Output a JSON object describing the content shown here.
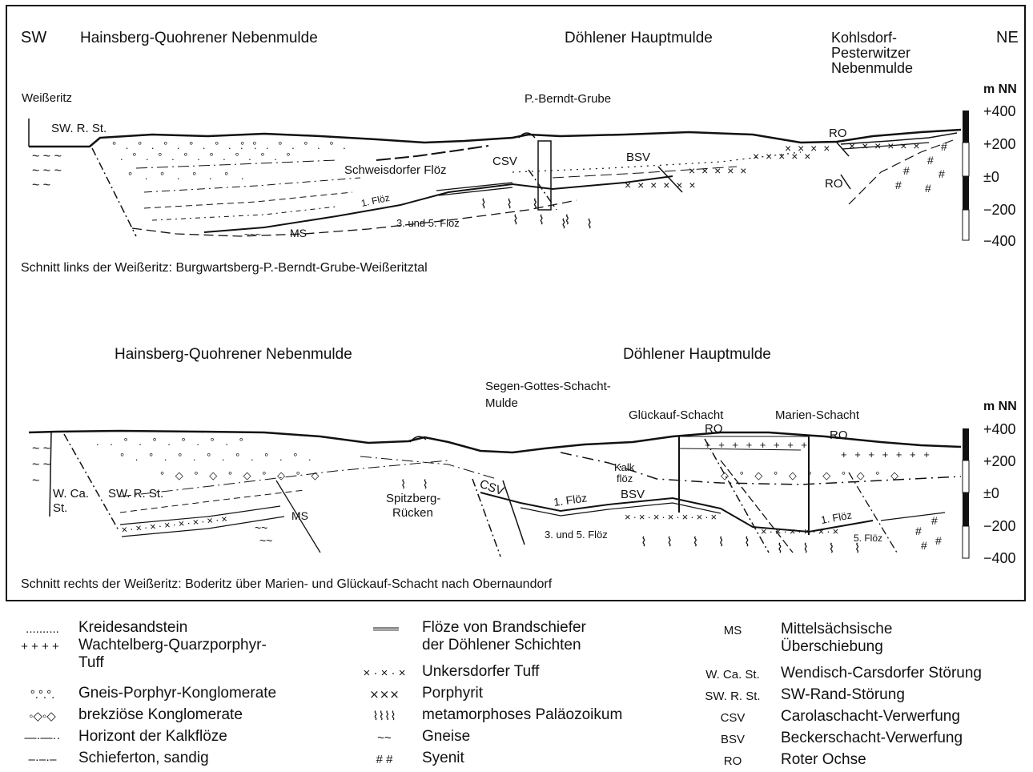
{
  "section1": {
    "dir_left": "SW",
    "dir_right": "NE",
    "basin_left": "Hainsberg-Quohrener Nebenmulde",
    "basin_mid": "Döhlener Hauptmulde",
    "basin_right_1": "Kohlsdorf-",
    "basin_right_2": "Pesterwitzer",
    "basin_right_3": "Nebenmulde",
    "river": "Weißeritz",
    "mine": "P.-Berndt-Grube",
    "fault_swrst": "SW. R. St.",
    "seam_schweis": "Schweisdorfer Flöz",
    "csv": "CSV",
    "bsv": "BSV",
    "seam1": "1. Flöz",
    "seam35": "3. und 5. Flöz",
    "ms": "MS",
    "ro_top": "RO",
    "ro_bottom": "RO",
    "caption": "Schnitt links der Weißeritz: Burgwartsberg-P.-Berndt-Grube-Weißeritztal"
  },
  "section2": {
    "basin_left": "Hainsberg-Quohrener Nebenmulde",
    "basin_mid": "Döhlener Hauptmulde",
    "segen_1": "Segen-Gottes-Schacht-",
    "segen_2": "Mulde",
    "glueckauf": "Glückauf-Schacht",
    "marien": "Marien-Schacht",
    "ro_1": "RO",
    "ro_2": "RO",
    "wca_1": "W. Ca.",
    "wca_2": "St.",
    "swrst": "SW. R. St.",
    "ms": "MS",
    "spitz_1": "Spitzberg-",
    "spitz_2": "Rücken",
    "csv": "CSV",
    "seam1a": "1. Flöz",
    "kalk_1": "Kalk",
    "kalk_2": "flöz",
    "bsv": "BSV",
    "seam35": "3. und 5. Flöz",
    "seam1b": "1. Flöz",
    "seam5": "5. Flöz",
    "caption": "Schnitt rechts der Weißeritz: Boderitz über Marien- und Glückauf-Schacht nach Obernaundorf"
  },
  "axis": {
    "unit": "m NN",
    "ticks": [
      "+400",
      "+200",
      "±0",
      "−200",
      "−400"
    ]
  },
  "legend": [
    {
      "symbol": "..........",
      "symbol_name": "dotted-line-symbol",
      "text": "Kreidesandstein"
    },
    {
      "symbol": "+ + + +",
      "symbol_name": "plus-symbol",
      "text": "Wachtelberg-Quarzporphyr-",
      "text2": "Tuff"
    },
    {
      "symbol": "°.°.°.",
      "symbol_name": "circle-dot-symbol",
      "text": "Gneis-Porphyr-Konglomerate"
    },
    {
      "symbol": "◦◇◦◇",
      "symbol_name": "breccia-symbol",
      "text": "brekziöse Konglomerate"
    },
    {
      "symbol": "—·—··",
      "symbol_name": "dash-dot-symbol",
      "text": "Horizont der Kalkflöze"
    },
    {
      "symbol": "–·–·–",
      "symbol_name": "shale-symbol",
      "text": "Schieferton, sandig"
    },
    {
      "symbol": "═══",
      "symbol_name": "double-line-symbol",
      "text": "Flöze von Brandschiefer",
      "text2": "der Döhlener Schichten"
    },
    {
      "symbol": "× · × · ×",
      "symbol_name": "cross-dot-symbol",
      "text": "Unkersdorfer Tuff"
    },
    {
      "symbol": "⨯⨯⨯",
      "symbol_name": "porphyrite-symbol",
      "text": "Porphyrit"
    },
    {
      "symbol": "⌇⌇⌇⌇",
      "symbol_name": "squiggle-symbol",
      "text": "metamorphoses Paläozoikum"
    },
    {
      "symbol": "~~",
      "symbol_name": "wave-symbol",
      "text": "Gneise"
    },
    {
      "symbol": "# #",
      "symbol_name": "hash-symbol",
      "text": "Syenit"
    },
    {
      "symbol": "MS",
      "symbol_name": "abbr-ms",
      "text": "Mittelsächsische",
      "text2": "Überschiebung"
    },
    {
      "symbol": "W. Ca. St.",
      "symbol_name": "abbr-wcast",
      "text": "Wendisch-Carsdorfer Störung"
    },
    {
      "symbol": "SW. R. St.",
      "symbol_name": "abbr-swrst",
      "text": "SW-Rand-Störung"
    },
    {
      "symbol": "CSV",
      "symbol_name": "abbr-csv",
      "text": "Carolaschacht-Verwerfung"
    },
    {
      "symbol": "BSV",
      "symbol_name": "abbr-bsv",
      "text": "Beckerschacht-Verwerfung"
    },
    {
      "symbol": "RO",
      "symbol_name": "abbr-ro",
      "text": "Roter Ochse"
    }
  ]
}
